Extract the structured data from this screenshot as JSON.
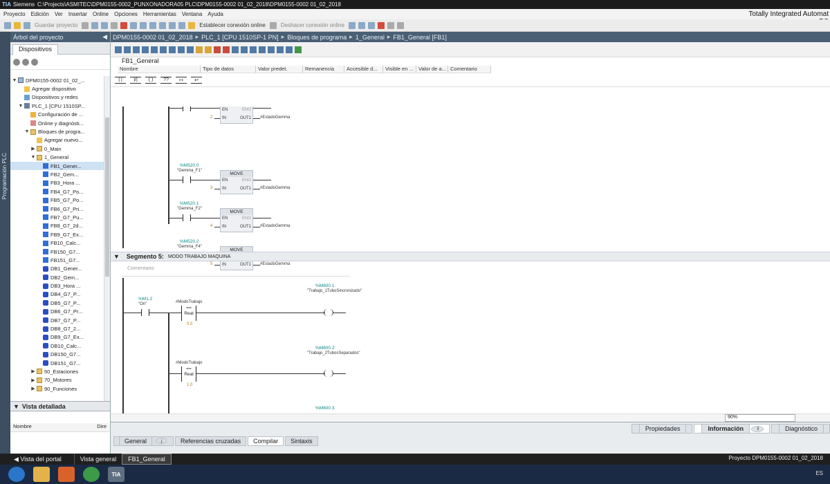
{
  "window": {
    "app": "Siemens",
    "path": "C:\\Projects\\ASMITEC\\DPM0155-0002_PUNXONADORA05 PLC\\DPM0155-0002 01_02_2018\\DPM0155-0002 01_02_2018",
    "brand": "Totally Integrated Automat",
    "brand2": "PC"
  },
  "menu": [
    "Proyecto",
    "Edición",
    "Ver",
    "Insertar",
    "Online",
    "Opciones",
    "Herramientas",
    "Ventana",
    "Ayuda"
  ],
  "toolbar": {
    "save": "Guardar proyecto",
    "go_online": "Establecer conexión online",
    "go_offline": "Deshacer conexión online"
  },
  "sidebar_vertical_tab": "Programación PLC",
  "tree_panel": {
    "title": "Árbol del proyecto",
    "tab": "Dispositivos",
    "items": [
      {
        "label": "DPM0155-0002 01_02_...",
        "indent": 0,
        "icon": "proj",
        "tw": "▼"
      },
      {
        "label": "Agregar dispositivo",
        "indent": 1,
        "icon": "add",
        "tw": ""
      },
      {
        "label": "Dispositivos y redes",
        "indent": 1,
        "icon": "net",
        "tw": ""
      },
      {
        "label": "PLC_1 [CPU 1510SP...",
        "indent": 1,
        "icon": "plc",
        "tw": "▼"
      },
      {
        "label": "Configuración de ...",
        "indent": 2,
        "icon": "cfg",
        "tw": ""
      },
      {
        "label": "Online y diagnósti...",
        "indent": 2,
        "icon": "diag",
        "tw": ""
      },
      {
        "label": "Bloques de progra...",
        "indent": 2,
        "icon": "folder",
        "tw": "▼"
      },
      {
        "label": "Agregar nuevo...",
        "indent": 3,
        "icon": "add",
        "tw": ""
      },
      {
        "label": "0_Main",
        "indent": 3,
        "icon": "folder",
        "tw": "▶"
      },
      {
        "label": "1_General",
        "indent": 3,
        "icon": "folder",
        "tw": "▼"
      },
      {
        "label": "FB1_Gener...",
        "indent": 4,
        "icon": "fb",
        "tw": "",
        "selected": true
      },
      {
        "label": "FB2_Gem...",
        "indent": 4,
        "icon": "fb",
        "tw": ""
      },
      {
        "label": "FB3_Hora ...",
        "indent": 4,
        "icon": "fb",
        "tw": ""
      },
      {
        "label": "FB4_G7_Po...",
        "indent": 4,
        "icon": "fb",
        "tw": ""
      },
      {
        "label": "FB5_G7_Po...",
        "indent": 4,
        "icon": "fb",
        "tw": ""
      },
      {
        "label": "FB6_G7_Pri...",
        "indent": 4,
        "icon": "fb",
        "tw": ""
      },
      {
        "label": "FB7_G7_Pu...",
        "indent": 4,
        "icon": "fb",
        "tw": ""
      },
      {
        "label": "FB8_G7_2d...",
        "indent": 4,
        "icon": "fb",
        "tw": ""
      },
      {
        "label": "FB9_G7_Ex...",
        "indent": 4,
        "icon": "fb",
        "tw": ""
      },
      {
        "label": "FB10_Calc...",
        "indent": 4,
        "icon": "fb",
        "tw": ""
      },
      {
        "label": "FB150_G7...",
        "indent": 4,
        "icon": "fb",
        "tw": ""
      },
      {
        "label": "FB151_G7...",
        "indent": 4,
        "icon": "fb",
        "tw": ""
      },
      {
        "label": "DB1_Gener...",
        "indent": 4,
        "icon": "db",
        "tw": ""
      },
      {
        "label": "DB2_Gem...",
        "indent": 4,
        "icon": "db",
        "tw": ""
      },
      {
        "label": "DB3_Hora ...",
        "indent": 4,
        "icon": "db",
        "tw": ""
      },
      {
        "label": "DB4_G7_P...",
        "indent": 4,
        "icon": "db",
        "tw": ""
      },
      {
        "label": "DB5_G7_P...",
        "indent": 4,
        "icon": "db",
        "tw": ""
      },
      {
        "label": "DB6_G7_Pr...",
        "indent": 4,
        "icon": "db",
        "tw": ""
      },
      {
        "label": "DB7_G7_P...",
        "indent": 4,
        "icon": "db",
        "tw": ""
      },
      {
        "label": "DB8_G7_2...",
        "indent": 4,
        "icon": "db",
        "tw": ""
      },
      {
        "label": "DB9_G7_Ex...",
        "indent": 4,
        "icon": "db",
        "tw": ""
      },
      {
        "label": "DB10_Calc...",
        "indent": 4,
        "icon": "db",
        "tw": ""
      },
      {
        "label": "DB150_G7...",
        "indent": 4,
        "icon": "db",
        "tw": ""
      },
      {
        "label": "DB151_G7...",
        "indent": 4,
        "icon": "db",
        "tw": ""
      },
      {
        "label": "50_Estaciones",
        "indent": 3,
        "icon": "folder",
        "tw": "▶"
      },
      {
        "label": "70_Motores",
        "indent": 3,
        "icon": "folder",
        "tw": "▶"
      },
      {
        "label": "90_Funciones",
        "indent": 3,
        "icon": "folder",
        "tw": "▶"
      }
    ]
  },
  "detail_panel": {
    "title": "Vista detallada",
    "col_name": "Nombre",
    "col_dir": "Dire"
  },
  "breadcrumb": [
    "DPM0155-0002 01_02_2018",
    "PLC_1 [CPU 1510SP-1 PN]",
    "Bloques de programa",
    "1_General",
    "FB1_General [FB1]"
  ],
  "block_title": "FB1_General",
  "interface_columns": [
    "Nombre",
    "Tipo de datos",
    "Valor predet.",
    "Remanencia",
    "Accesible d...",
    "Visible en ...",
    "Valor de a...",
    "Comentario"
  ],
  "network4": {
    "rungs": [
      {
        "addr": "",
        "name": "",
        "in": "2",
        "out": "#EstadoGemma"
      },
      {
        "addr": "%M520.0",
        "name": "\"Gemma_F1\"",
        "in": "3",
        "out": "#EstadoGemma"
      },
      {
        "addr": "%M520.1",
        "name": "\"Gemma_F2\"",
        "in": "4",
        "out": "#EstadoGemma"
      },
      {
        "addr": "%M520.2",
        "name": "\"Gemma_F4\"",
        "in": "5",
        "out": "#EstadoGemma"
      }
    ],
    "move": "MOVE",
    "en": "EN",
    "eno": "ENO",
    "inp": "IN",
    "out1": "OUT1"
  },
  "network5": {
    "label": "Segmento 5:",
    "title": "MODO TRABAJO MAQUINA",
    "comment": "Comentario",
    "contact_addr": "%M1.2",
    "contact_name": "\"On\"",
    "cmp1_tag": "#ModoTrabajo",
    "cmp1_val": "0.0",
    "cmp2_tag": "#ModoTrabajo",
    "cmp2_val": "1.0",
    "cmp_op": "==",
    "cmp_type": "Real",
    "coil1_addr": "%M600.1",
    "coil1_name": "\"Trabajo_1TuboSincronizado\"",
    "coil2_addr": "%M600.2",
    "coil2_name": "\"Trabajo_2TubosSeparados\"",
    "coil3_addr": "%M600.3"
  },
  "zoom": "90%",
  "inspector": {
    "top_tabs": [
      "Propiedades",
      "Información",
      "Diagnóstico"
    ],
    "tabs": [
      "General",
      "Referencias cruzadas",
      "Compilar",
      "Sintaxis"
    ]
  },
  "portal": {
    "portal_view": "Vista del portal",
    "overview": "Vista general",
    "fb_tab": "FB1_General",
    "project": "Proyecto DPM0155-0002 01_02_2018"
  },
  "tray": {
    "lang": "ES"
  }
}
